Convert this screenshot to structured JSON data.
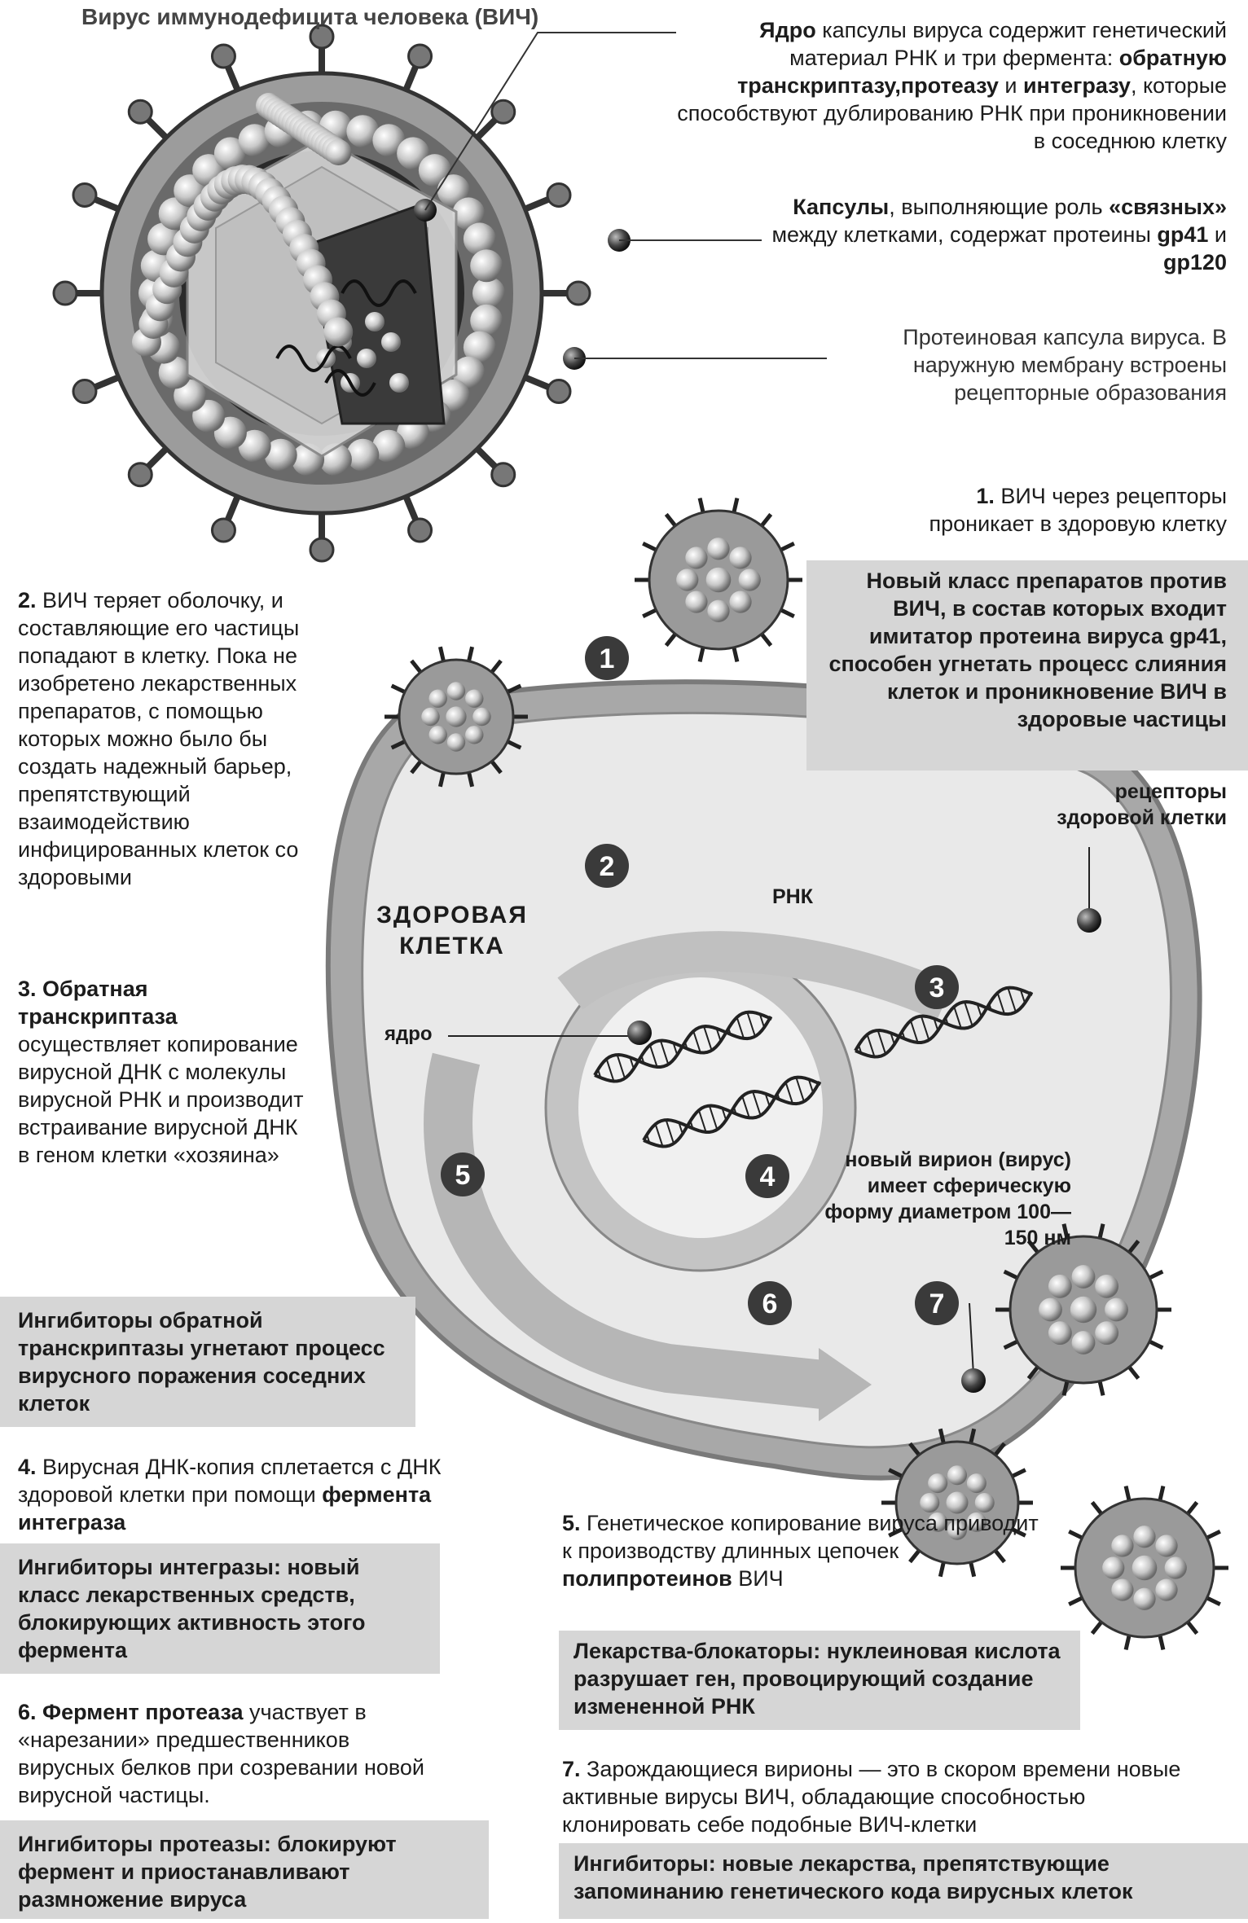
{
  "title": "Вирус иммунодефицита человека (ВИЧ)",
  "callouts": {
    "core": {
      "p1": "Ядро",
      "p2": " капсулы вируса содержит генетический материал РНК и три фермента: ",
      "p3": "обратную транскриптазу,",
      "p4": "протеазу",
      "p5": " и ",
      "p6": "интегразу",
      "p7": ", которые способствуют дублированию РНК при проникновении в соседнюю клетку"
    },
    "capsules": {
      "p1": "Капсулы",
      "p2": ", выполняющие роль ",
      "p3": "«связных»",
      "p4": " между клетками, содержат протеины ",
      "p5": "gp41",
      "p6": " и ",
      "p7": "gp120"
    },
    "protein": "Протеиновая капсула вируса. В наружную мембрану встроены рецепторные образования"
  },
  "steps": {
    "s1": {
      "num": "1.",
      "text": " ВИЧ через рецепторы проникает в здоровую клетку"
    },
    "s1_box": "Новый класс препаратов против ВИЧ, в состав которых входит имитатор протеина вируса gp41, способен угнетать процесс слияния клеток и проникновение ВИЧ в здоровые частицы",
    "s2": {
      "num": "2.",
      "text": " ВИЧ теряет оболочку, и составляющие его частицы попадают в клетку. Пока не изобретено лекарственных препаратов, с помощью которых можно было бы создать надежный барьер, препятствующий взаимодействию инфицированных клеток со здоровыми"
    },
    "s3": {
      "num": "3. Обратная транскриптаза",
      "text": " осуществляет копирование вирусной ДНК с молекулы вирусной РНК и производит встраивание вирусной ДНК в геном клетки «хозяина»"
    },
    "s3_box": "Ингибиторы обратной транскриптазы угнетают процесс вирусного поражения соседних клеток",
    "s4": {
      "num": "4.",
      "text": " Вирусная ДНК-копия сплетается с ДНК здоровой клетки при помощи ",
      "bold": "фермента интеграза"
    },
    "s4_box": "Ингибиторы интегразы: новый класс лекарственных средств, блокирующих активность этого фермента",
    "s5": {
      "num": "5.",
      "text": " Генетическое копирование вируса приводит к производству длинных цепочек ",
      "bold": "полипротеинов",
      "tail": " ВИЧ"
    },
    "s5_box": "Лекарства-блокаторы: нуклеиновая кислота разрушает ген, провоцирующий создание измененной РНК",
    "s6": {
      "num": "6. Фермент протеаза",
      "text": " участвует в «нарезании» предшественников вирусных белков при созревании новой вирусной частицы."
    },
    "s6_box": "Ингибиторы протеазы: блокируют фермент и приостанавливают размножение вируса",
    "s7": {
      "num": "7.",
      "text": " Зарождающиеся вирионы — это в скором времени новые активные вирусы ВИЧ, обладающие способностью клонировать себе подобные ВИЧ-клетки"
    },
    "s7_box": "Ингибиторы: новые лекарства, препятствующие запоминанию генетического кода вирусных клеток"
  },
  "diagram": {
    "cell_label": "ЗДОРОВАЯ КЛЕТКА",
    "receptors": "рецепторы здоровой клетки",
    "rna": "РНК",
    "nucleus": "ядро",
    "virion": "новый вирион (вирус) имеет сферическую форму диаметром 100—150 нм",
    "markers": [
      "1",
      "2",
      "3",
      "4",
      "5",
      "6",
      "7"
    ]
  },
  "colors": {
    "shade_box": "#d6d6d6",
    "ink": "#1c1c1c",
    "cell": "#bdbdbd",
    "membrane": "#9a9a9a"
  }
}
